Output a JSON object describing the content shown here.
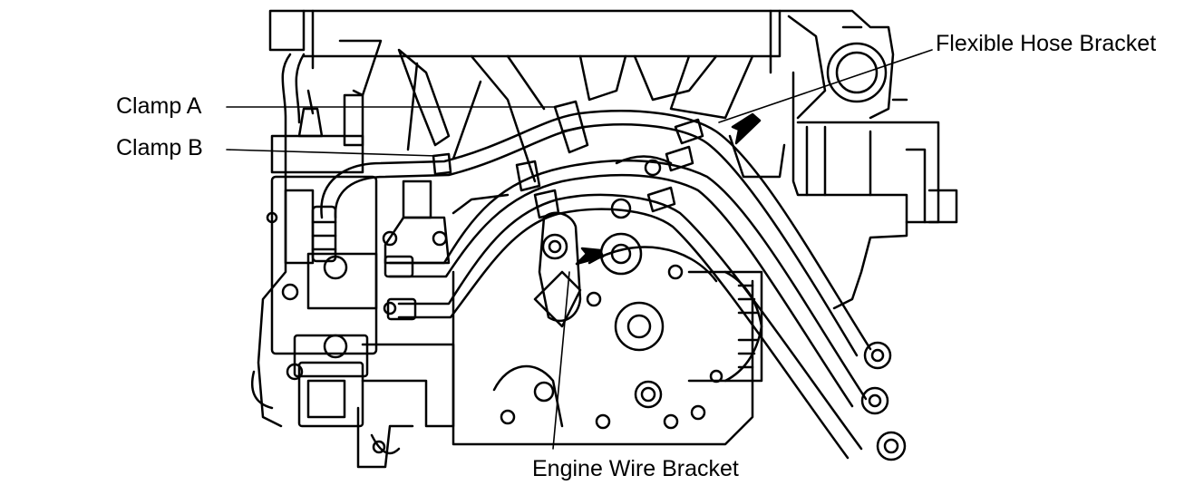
{
  "labels": {
    "clamp_a": "Clamp A",
    "clamp_b": "Clamp B",
    "flexible_hose_bracket": "Flexible Hose Bracket",
    "engine_wire_bracket": "Engine Wire Bracket"
  },
  "colors": {
    "ink": "#000000",
    "paper": "#ffffff"
  }
}
